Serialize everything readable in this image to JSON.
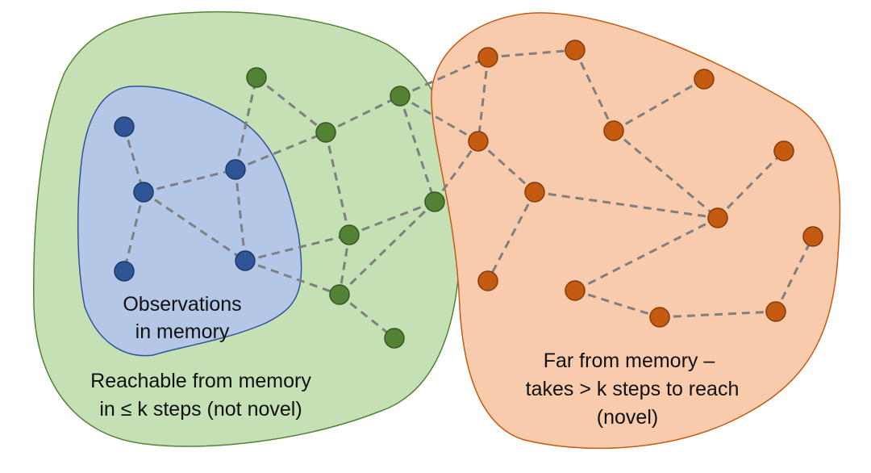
{
  "regions": {
    "reachable": {
      "label_lines": [
        "Reachable from memory",
        "in ≤ k steps (not novel)"
      ],
      "fill": "#c5e0b4",
      "stroke": "#548235"
    },
    "memory": {
      "label_lines": [
        "Observations",
        "in memory"
      ],
      "fill": "#b4c7e7",
      "stroke": "#2f5597"
    },
    "novel": {
      "label_lines": [
        "Far from memory –",
        "takes > k steps to reach",
        "(novel)"
      ],
      "fill": "#f8cbad",
      "stroke": "#c55a11"
    }
  },
  "node_colors": {
    "memory": {
      "fill": "#2f5597",
      "stroke": "#1f3864"
    },
    "reachable": {
      "fill": "#548235",
      "stroke": "#375623"
    },
    "novel": {
      "fill": "#c55a11",
      "stroke": "#843c0c"
    }
  },
  "edge_color": "#7f7f7f",
  "nodes": [
    {
      "id": "b1",
      "group": "memory"
    },
    {
      "id": "b2",
      "group": "memory"
    },
    {
      "id": "b3",
      "group": "memory"
    },
    {
      "id": "b4",
      "group": "memory"
    },
    {
      "id": "b5",
      "group": "memory"
    },
    {
      "id": "g1",
      "group": "reachable"
    },
    {
      "id": "g2",
      "group": "reachable"
    },
    {
      "id": "g3",
      "group": "reachable"
    },
    {
      "id": "g4",
      "group": "reachable"
    },
    {
      "id": "g5",
      "group": "reachable"
    },
    {
      "id": "g6",
      "group": "reachable"
    },
    {
      "id": "g7",
      "group": "reachable"
    },
    {
      "id": "o1",
      "group": "novel"
    },
    {
      "id": "o2",
      "group": "novel"
    },
    {
      "id": "o3",
      "group": "novel"
    },
    {
      "id": "o4",
      "group": "novel"
    },
    {
      "id": "o5",
      "group": "novel"
    },
    {
      "id": "o6",
      "group": "novel"
    },
    {
      "id": "o7",
      "group": "novel"
    },
    {
      "id": "o8",
      "group": "novel"
    },
    {
      "id": "o9",
      "group": "novel"
    },
    {
      "id": "o10",
      "group": "novel"
    },
    {
      "id": "o11",
      "group": "novel"
    },
    {
      "id": "o12",
      "group": "novel"
    },
    {
      "id": "o13",
      "group": "novel"
    }
  ],
  "edges": [
    [
      "b1",
      "b3"
    ],
    [
      "b3",
      "b2"
    ],
    [
      "b3",
      "b4"
    ],
    [
      "b3",
      "b5"
    ],
    [
      "b2",
      "b5"
    ],
    [
      "b2",
      "g1"
    ],
    [
      "b2",
      "g2"
    ],
    [
      "g1",
      "g2"
    ],
    [
      "g2",
      "g3"
    ],
    [
      "g2",
      "g4"
    ],
    [
      "b5",
      "g4"
    ],
    [
      "b5",
      "g6"
    ],
    [
      "g3",
      "g5"
    ],
    [
      "g3",
      "o1"
    ],
    [
      "g3",
      "o2"
    ],
    [
      "g4",
      "g5"
    ],
    [
      "g4",
      "g6"
    ],
    [
      "g5",
      "g6"
    ],
    [
      "g5",
      "o2"
    ],
    [
      "g6",
      "g7"
    ],
    [
      "o1",
      "o3"
    ],
    [
      "o1",
      "o2"
    ],
    [
      "o3",
      "o4"
    ],
    [
      "o4",
      "o5"
    ],
    [
      "o4",
      "o8"
    ],
    [
      "o2",
      "o6"
    ],
    [
      "o6",
      "o7"
    ],
    [
      "o6",
      "o8"
    ],
    [
      "o8",
      "o9"
    ],
    [
      "o8",
      "o10"
    ],
    [
      "o10",
      "o11"
    ],
    [
      "o11",
      "o12"
    ],
    [
      "o12",
      "o13"
    ]
  ]
}
